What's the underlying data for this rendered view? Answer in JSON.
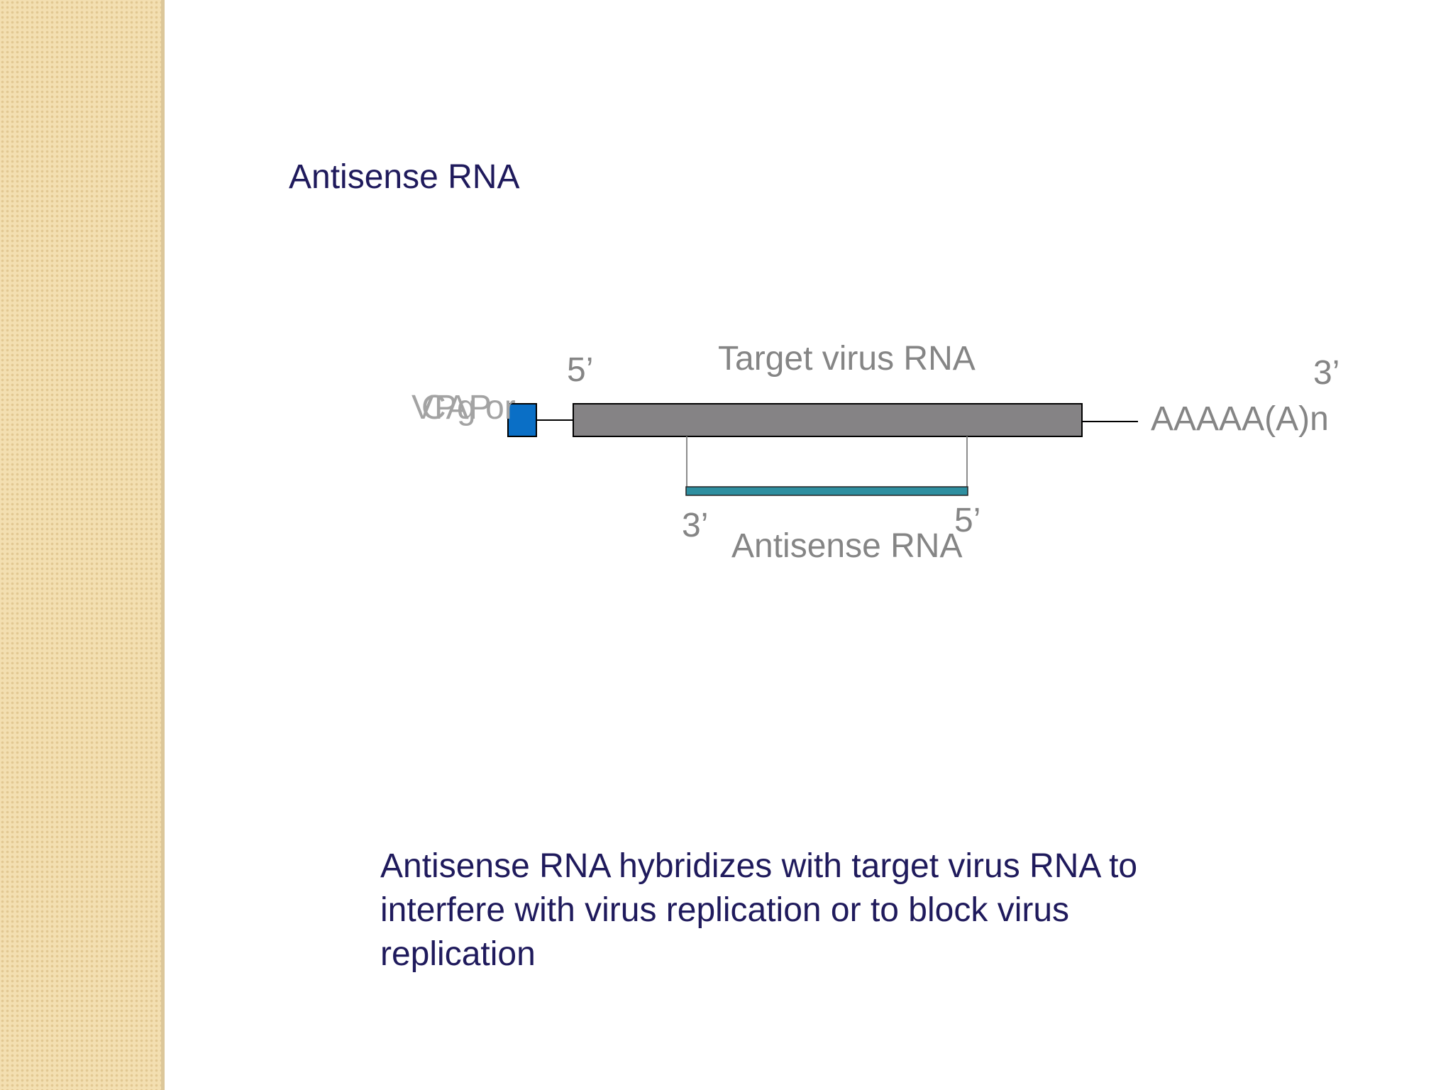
{
  "slide": {
    "title": "Antisense RNA",
    "caption": "Antisense RNA hybridizes with target virus RNA to interfere with virus replication or to block virus replication"
  },
  "diagram": {
    "target_label": "Target virus RNA",
    "target_five_prime": "5’",
    "target_three_prime": "3’",
    "cap_lines": [
      "VPg or",
      "CAP"
    ],
    "poly_a": "AAAAA(A)n",
    "antisense_label": "Antisense RNA",
    "antisense_three_prime": "3’",
    "antisense_five_prime": "5’"
  },
  "colors": {
    "title": "#1f1a5c",
    "label": "#858585",
    "target_bar": "#858385",
    "cap_box": "#0a6fc6",
    "antisense_strand": "#2e8fa0",
    "side_strip": "#f3dfb1"
  }
}
